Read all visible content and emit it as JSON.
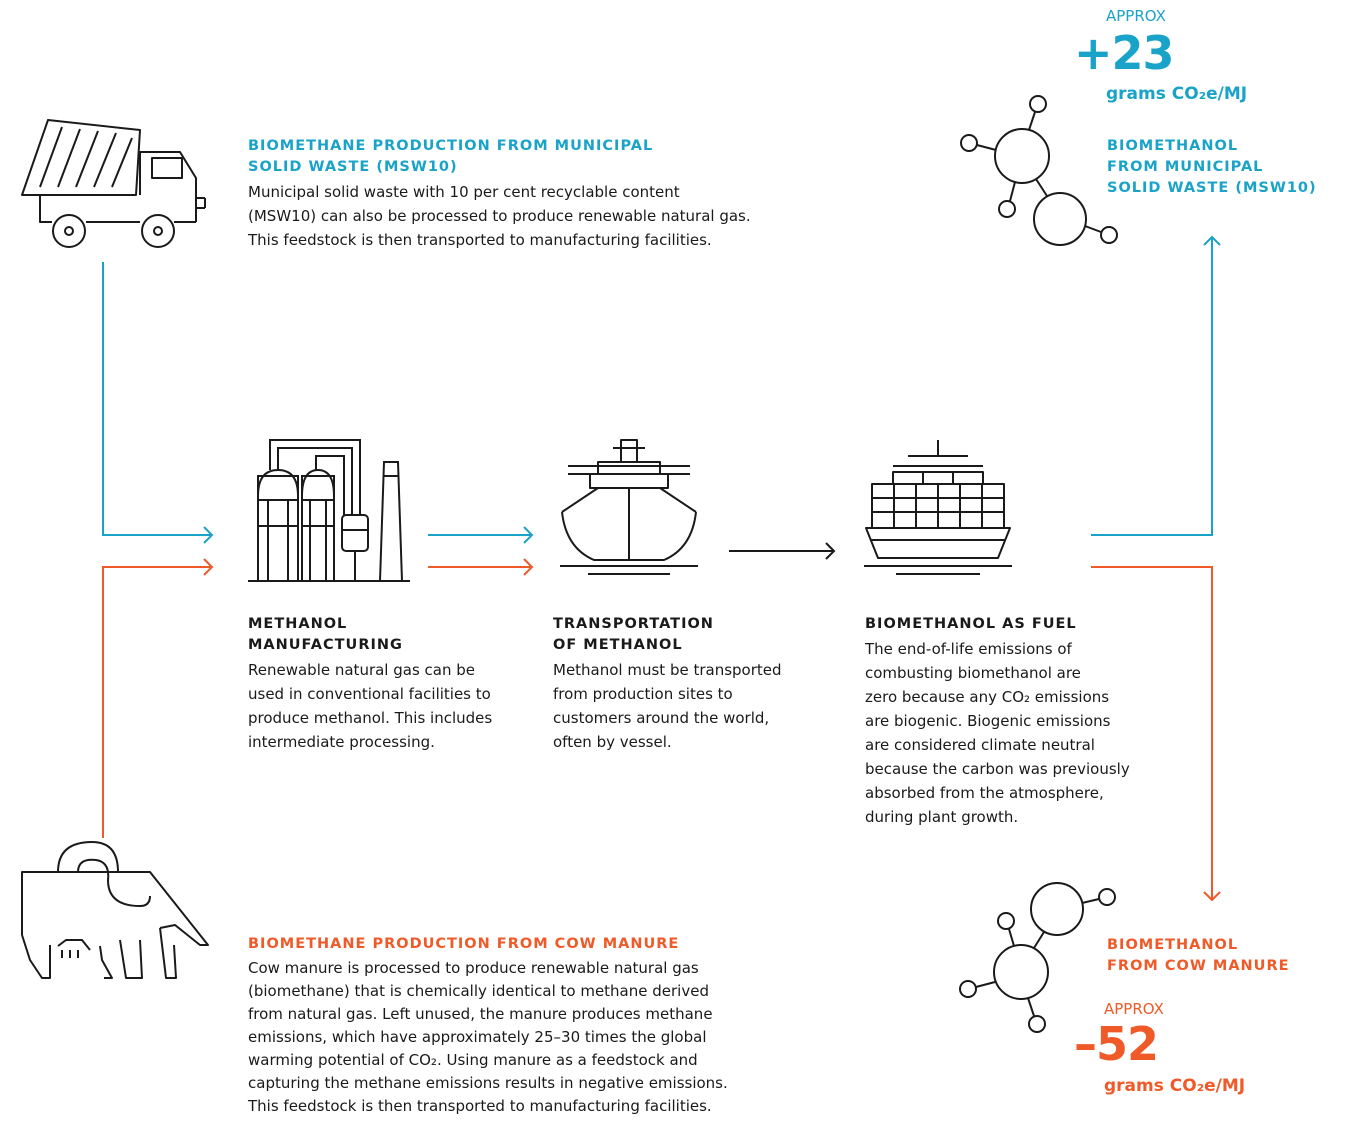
{
  "msw": {
    "title_line1": "BIOMETHANE PRODUCTION FROM MUNICIPAL",
    "title_line2": "SOLID WASTE (MSW10)",
    "text_lines": [
      "Municipal solid waste with 10 per cent recyclable content",
      "(MSW10) can also be processed to produce renewable natural gas.",
      "This feedstock is then transported to manufacturing facilities."
    ]
  },
  "cow": {
    "title": "BIOMETHANE PRODUCTION FROM COW MANURE",
    "text_lines": [
      "Cow manure is processed to produce renewable natural gas",
      "(biomethane) that is chemically identical to methane derived",
      "from natural gas. Left unused, the manure produces methane",
      "emissions, which have approximately 25–30 times the global",
      "warming potential of CO₂. Using manure as a feedstock and",
      "capturing the methane emissions results in negative emissions.",
      "This feedstock is then transported to manufacturing facilities."
    ]
  },
  "manufacturing": {
    "title_line1": "METHANOL",
    "title_line2": "MANUFACTURING",
    "text_lines": [
      "Renewable natural gas can be",
      "used in conventional facilities to",
      "produce methanol. This includes",
      "intermediate processing."
    ]
  },
  "transport": {
    "title_line1": "TRANSPORTATION",
    "title_line2": "OF METHANOL",
    "text_lines": [
      "Methanol must be transported",
      "from production sites to",
      "customers around the world,",
      "often by vessel."
    ]
  },
  "fuel": {
    "title": "BIOMETHANOL AS FUEL",
    "text_lines": [
      "The end-of-life emissions of",
      "combusting biomethanol are",
      "zero because any CO₂ emissions",
      "are biogenic. Biogenic emissions",
      "are considered climate neutral",
      "because the carbon was previously",
      "absorbed from the atmosphere,",
      "during plant growth."
    ]
  },
  "result_msw": {
    "approx": "APPROX",
    "value": "+23",
    "unit": "grams CO₂e/MJ",
    "label_lines": [
      "BIOMETHANOL",
      "FROM MUNICIPAL",
      "SOLID WASTE (MSW10)"
    ]
  },
  "result_cow": {
    "approx": "APPROX",
    "value": "–52",
    "unit": "grams CO₂e/MJ",
    "label_lines": [
      "BIOMETHANOL",
      "FROM COW MANURE"
    ]
  },
  "colors": {
    "blue": "#1aa3c8",
    "orange": "#f05a28",
    "dark": "#1a1a1a"
  },
  "icons": [
    "dump-truck-icon",
    "cow-icon",
    "factory-icon",
    "tanker-ship-icon",
    "container-ship-icon",
    "molecule-icon"
  ]
}
